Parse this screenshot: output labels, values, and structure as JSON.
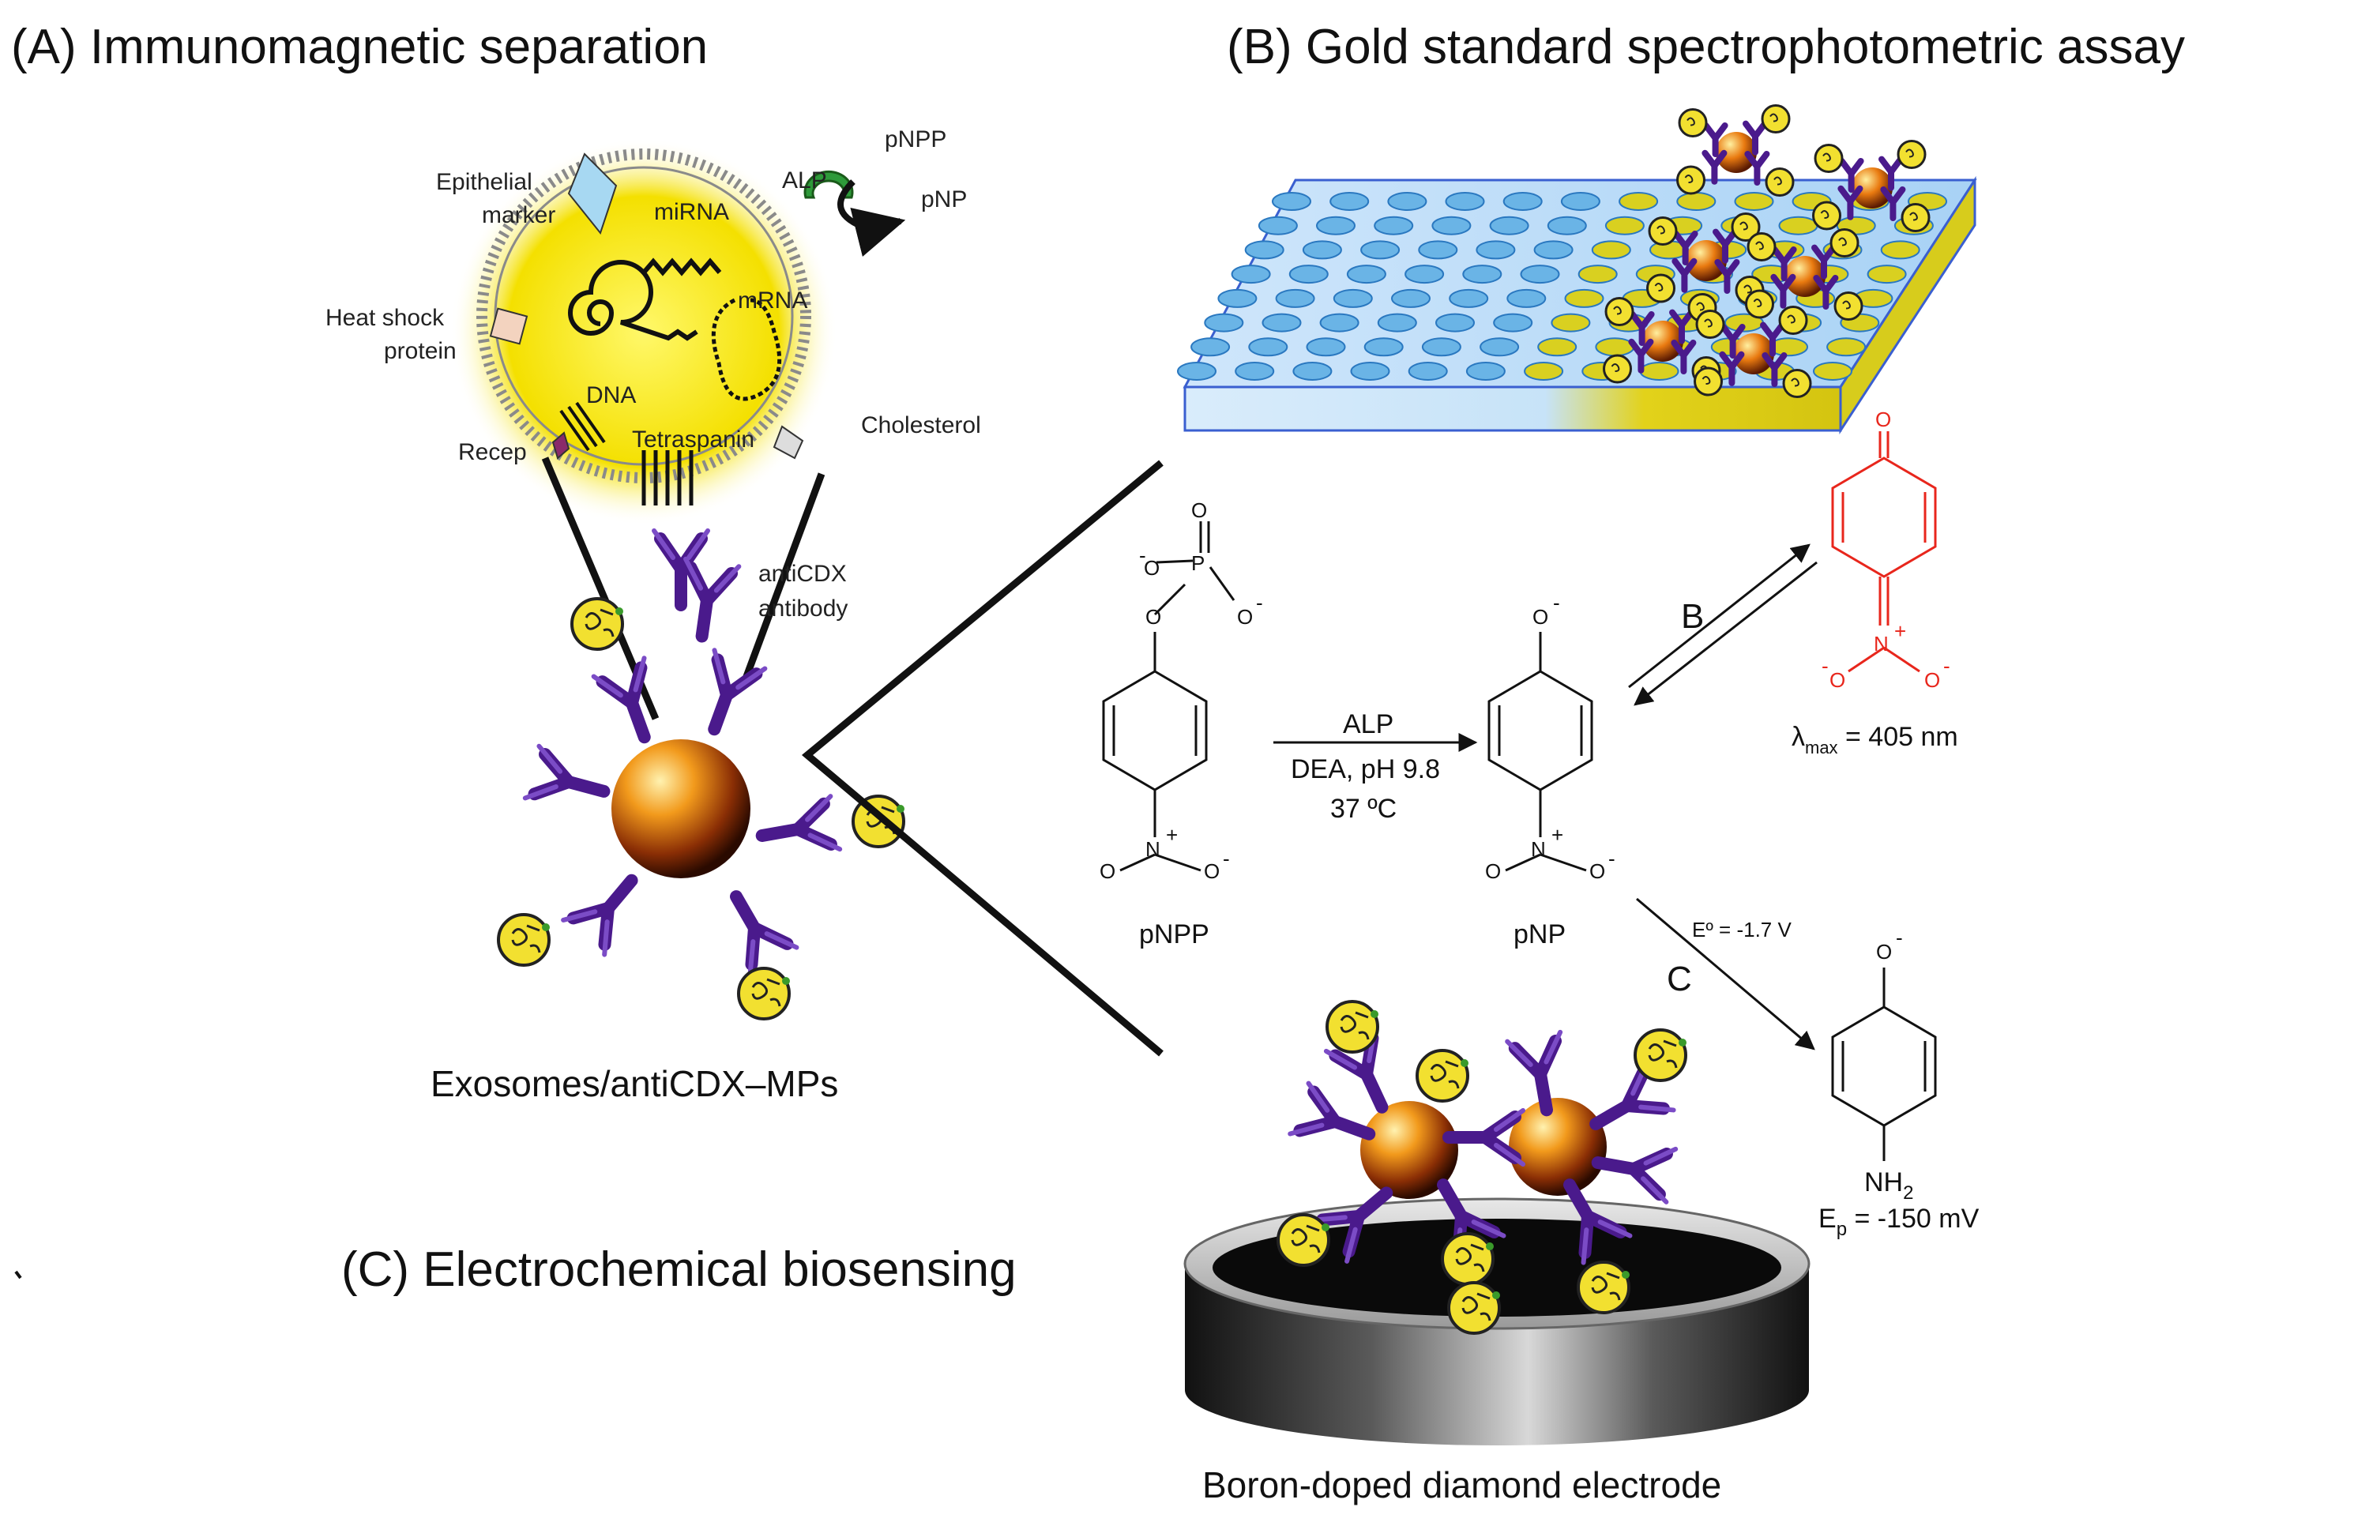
{
  "panels": {
    "a_title": "(A) Immunomagnetic separation",
    "b_title": "(B) Gold standard spectrophotometric assay",
    "c_title": "(C) Electrochemical biosensing"
  },
  "exosome": {
    "epithelial_marker_1": "Epithelial",
    "epithelial_marker_2": "marker",
    "mirna": "miRNA",
    "alp": "ALP",
    "pnpp": "pNPP",
    "pnp": "pNP",
    "heat_shock_1": "Heat shock",
    "heat_shock_2": "protein",
    "dna": "DNA",
    "mrna": "mRNA",
    "cholesterol": "Cholesterol",
    "receptor": "Recep",
    "tetraspanin": "Tetraspanin"
  },
  "antibody": {
    "line1": "antiCDX",
    "line2": "antibody"
  },
  "complex_caption": "Exosomes/antiCDX–MPs",
  "reaction": {
    "substrate": "pNPP",
    "product": "pNP",
    "enzyme": "ALP",
    "conditions_1": "DEA, pH 9.8",
    "conditions_2": "37 ºC",
    "route_b": "B",
    "route_c": "C",
    "lambda_prefix": "λ",
    "lambda_sub": "max",
    "lambda_value": " = 405 nm",
    "e0": "Eº = -1.7 V",
    "ep_prefix": "E",
    "ep_sub": "p",
    "ep_value": " = -150 mV",
    "nh2": "NH",
    "nh2_sub": "2"
  },
  "electrode_caption": "Boron-doped diamond electrode",
  "colors": {
    "exosome_glow": "#f6e000",
    "antibody": "#4a1a8c",
    "quinone": "#e8261c",
    "plate": "#5aa8e0",
    "bead": "#e07a10"
  }
}
